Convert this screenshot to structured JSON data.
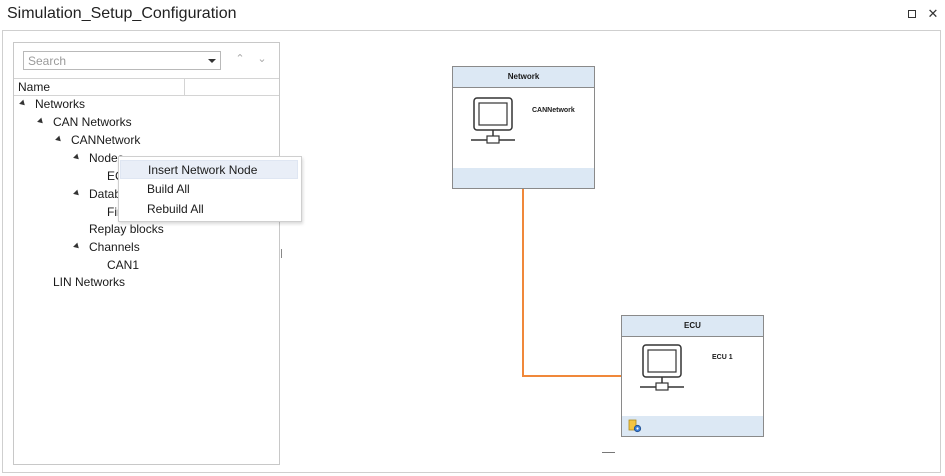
{
  "window": {
    "title": "Simulation_Setup_Configuration",
    "maximize_label": "",
    "close_label": "✕"
  },
  "panel": {
    "search_placeholder": "Search",
    "nav_up": "⌃",
    "nav_down": "⌄",
    "column_name": "Name",
    "tree": [
      {
        "label": "Networks",
        "expanded": true
      },
      {
        "label": "CAN Networks",
        "expanded": true
      },
      {
        "label": "CANNetwork",
        "expanded": true
      },
      {
        "label": "Nodes",
        "expanded": true
      },
      {
        "label": "ECU 1",
        "expanded": false
      },
      {
        "label": "Databases",
        "expanded": true
      },
      {
        "label": "First",
        "expanded": false
      },
      {
        "label": "Replay blocks",
        "expanded": false
      },
      {
        "label": "Channels",
        "expanded": true
      },
      {
        "label": "CAN1",
        "expanded": false
      },
      {
        "label": "LIN Networks",
        "expanded": false
      }
    ]
  },
  "context_menu": {
    "items": [
      {
        "label": "Insert Network Node",
        "highlighted": true
      },
      {
        "label": "Build All"
      },
      {
        "label": "Rebuild All"
      }
    ]
  },
  "diagram": {
    "network_block": {
      "header": "Network",
      "name": "CANNetwork"
    },
    "ecu_block": {
      "header": "ECU",
      "name": "ECU 1"
    },
    "connection_color": "#f0883a",
    "header_color": "#dce8f4"
  }
}
